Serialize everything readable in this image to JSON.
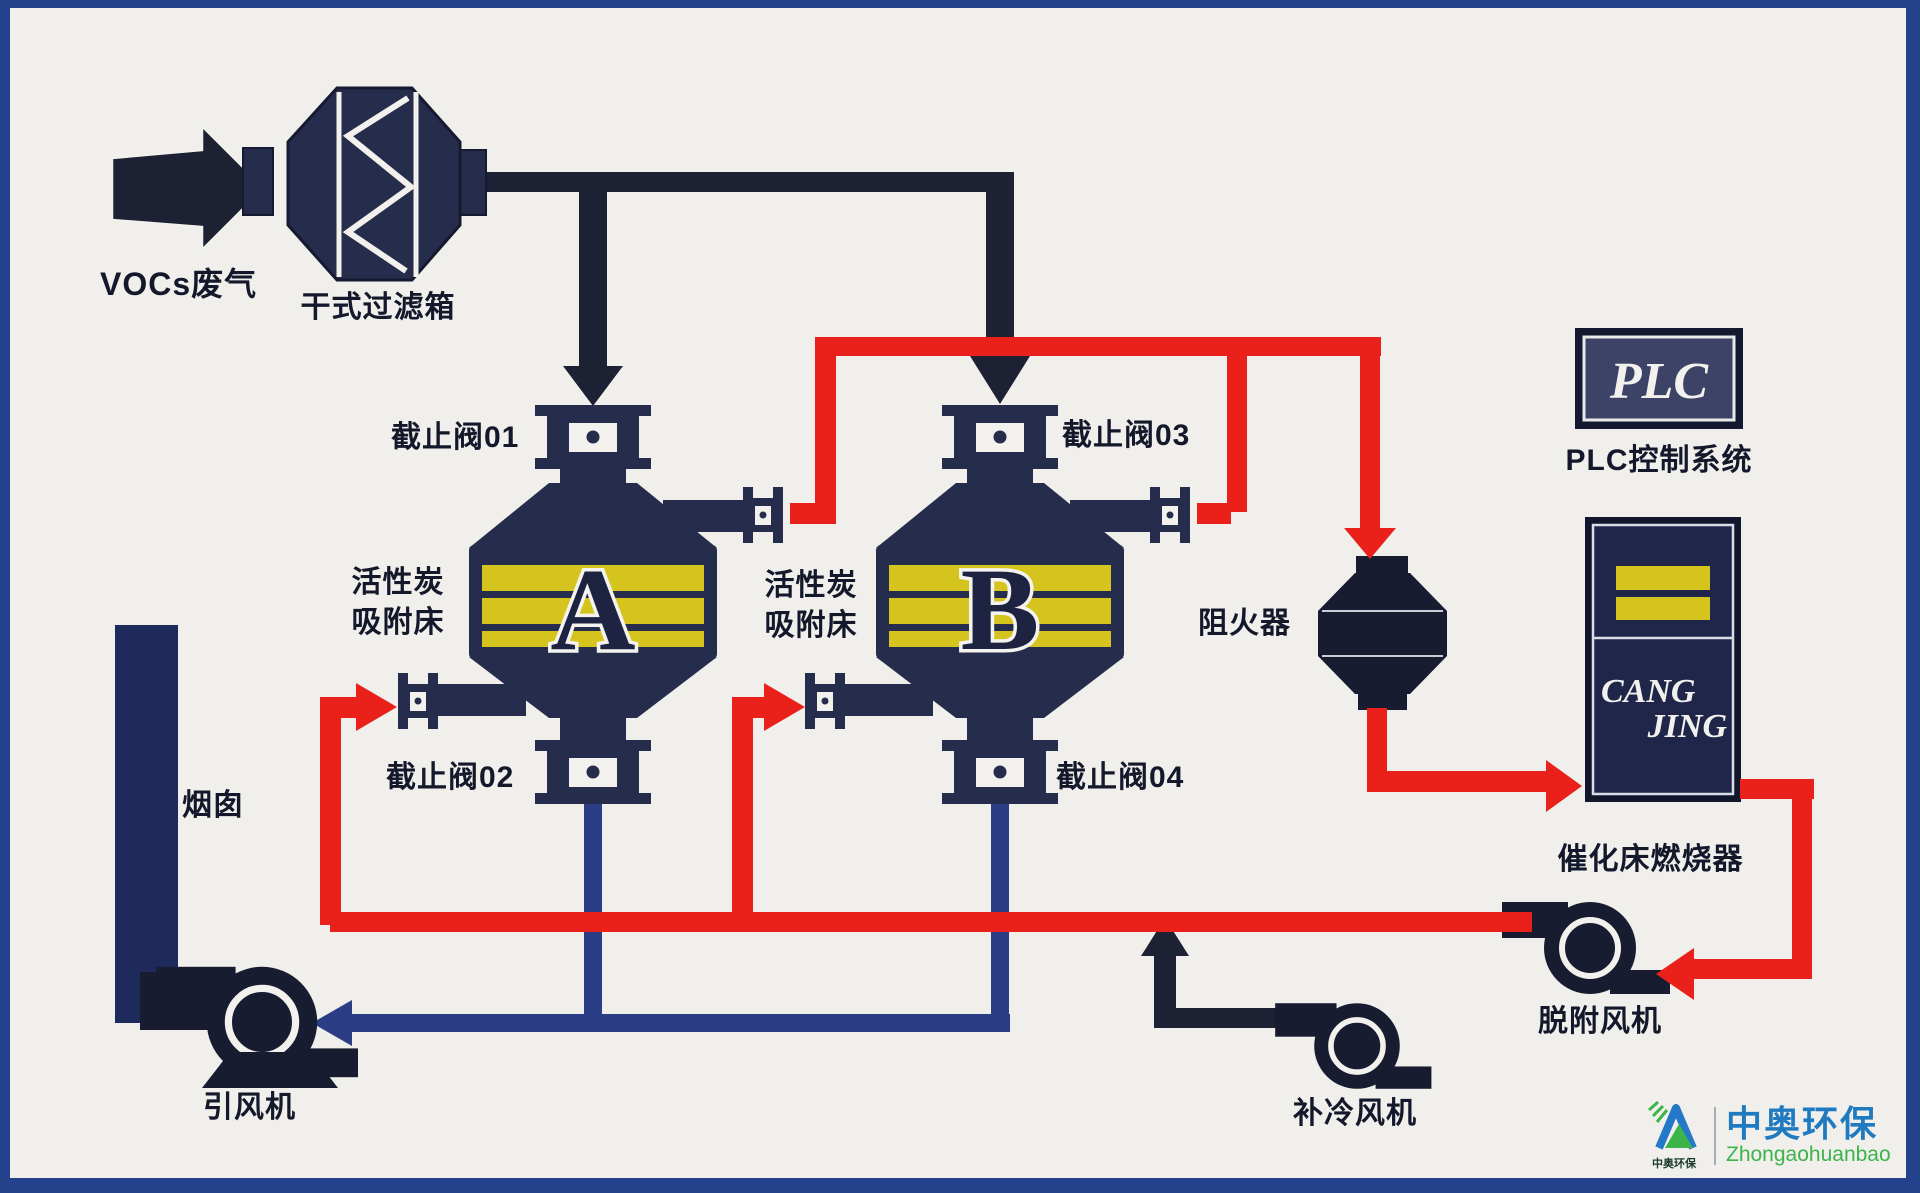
{
  "labels": {
    "vocs_gas": "VOCs废气",
    "dry_filter": "干式过滤箱",
    "valve_01": "截止阀01",
    "valve_02": "截止阀02",
    "valve_03": "截止阀03",
    "valve_04": "截止阀04",
    "carbon_bed_line1": "活性炭",
    "carbon_bed_line2": "吸附床",
    "bed_a": "A",
    "bed_b": "B",
    "flame_arrester": "阻火器",
    "plc": "PLC",
    "plc_system": "PLC控制系统",
    "burner_line1": "CANG",
    "burner_line2": "JING",
    "catalytic_burner": "催化床燃烧器",
    "chimney": "烟囱",
    "induced_fan": "引风机",
    "cooling_fan": "补冷风机",
    "desorption_fan": "脱附风机"
  },
  "logo": {
    "company_cn": "中奥环保",
    "company_en": "Zhongaohuanbao",
    "mark_caption": "中奥环保"
  },
  "colors": {
    "red_pipe": "#e9211a",
    "navy_pipe": "#2b3d85",
    "dark_pipe": "#1d2134",
    "equipment": "#262c4b",
    "equipment_dark": "#171c30",
    "chimney": "#1f2a5c",
    "yellow": "#d6c41e",
    "background": "#f0efeb",
    "border": "#24418c",
    "white_trim": "#f2f1ed",
    "logo_blue": "#1f7ac0",
    "logo_green": "#3cb44a"
  }
}
